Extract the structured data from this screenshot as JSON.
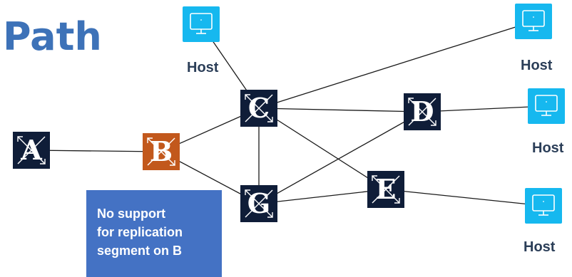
{
  "title": "Path",
  "routers": [
    {
      "id": "A",
      "label": "A",
      "color": "#0f1d38"
    },
    {
      "id": "B",
      "label": "B",
      "color": "#c2581c"
    },
    {
      "id": "C",
      "label": "C",
      "color": "#0f1d38"
    },
    {
      "id": "D",
      "label": "D",
      "color": "#0f1d38"
    },
    {
      "id": "E",
      "label": "E",
      "color": "#0f1d38"
    },
    {
      "id": "G",
      "label": "G",
      "color": "#0f1d38"
    }
  ],
  "hosts": [
    {
      "id": "host-top-left",
      "label": "Host",
      "icon": "monitor-icon"
    },
    {
      "id": "host-top-right",
      "label": "Host",
      "icon": "monitor-icon"
    },
    {
      "id": "host-mid-right",
      "label": "Host",
      "icon": "monitor-icon"
    },
    {
      "id": "host-bottom-right",
      "label": "Host",
      "icon": "monitor-icon"
    }
  ],
  "links": [
    [
      "A",
      "B"
    ],
    [
      "B",
      "C"
    ],
    [
      "B",
      "G"
    ],
    [
      "C",
      "G"
    ],
    [
      "C",
      "D"
    ],
    [
      "C",
      "E"
    ],
    [
      "G",
      "D"
    ],
    [
      "G",
      "E"
    ],
    [
      "C",
      "host-top-left"
    ],
    [
      "C",
      "host-top-right"
    ],
    [
      "D",
      "host-mid-right"
    ],
    [
      "E",
      "host-bottom-right"
    ]
  ],
  "note": {
    "lines": [
      "No support",
      "for replication",
      "segment on B"
    ],
    "color": "#4472c4"
  },
  "colors": {
    "title": "#3d72b8",
    "router": "#0f1d38",
    "router_highlight": "#c2581c",
    "host": "#16b8ef",
    "link": "#1a1a1a"
  }
}
